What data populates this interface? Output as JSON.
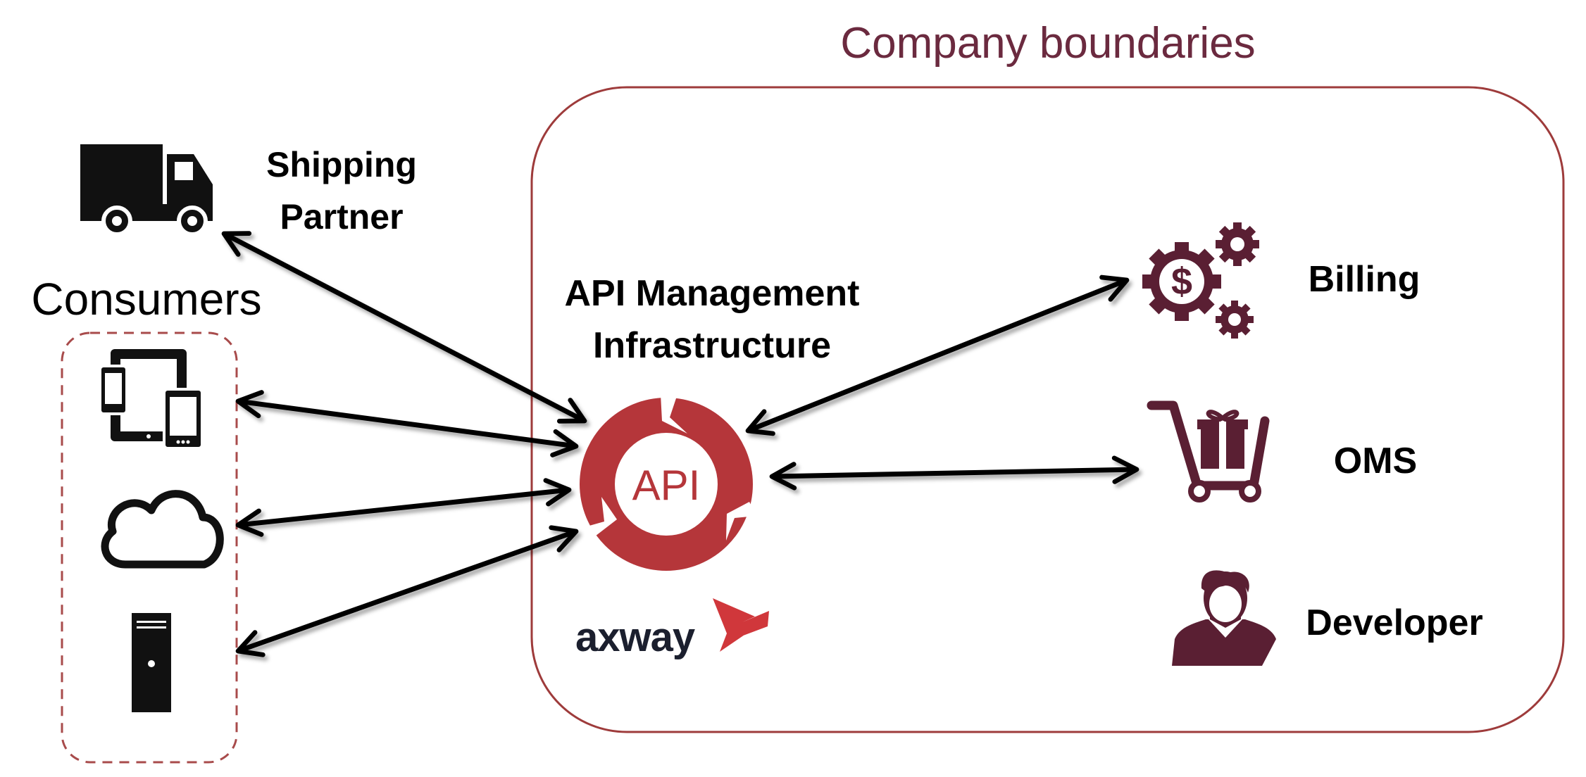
{
  "company": {
    "title": "Company boundaries"
  },
  "consumers": {
    "title": "Consumers"
  },
  "shipping": {
    "line1": "Shipping",
    "line2": "Partner"
  },
  "apim": {
    "line1": "API Management",
    "line2": "Infrastructure",
    "badge": "API"
  },
  "brand": {
    "name": "axway"
  },
  "services": {
    "billing": "Billing",
    "oms": "OMS",
    "developer": "Developer"
  },
  "colors": {
    "company_text": "#6b2a3f",
    "boundary": "#9e3b3b",
    "api_red": "#b5363a",
    "icon_dark": "#5a1f33",
    "consumer_border": "#a84b4b",
    "arrow": "#000000",
    "brand_text": "#1b1f2e",
    "brand_red": "#d0373b"
  },
  "icons": [
    "truck-icon",
    "devices-icon",
    "cloud-icon",
    "server-icon",
    "api-cycle-icon",
    "axway-logo",
    "gears-dollar-icon",
    "cart-gift-icon",
    "developer-icon"
  ]
}
